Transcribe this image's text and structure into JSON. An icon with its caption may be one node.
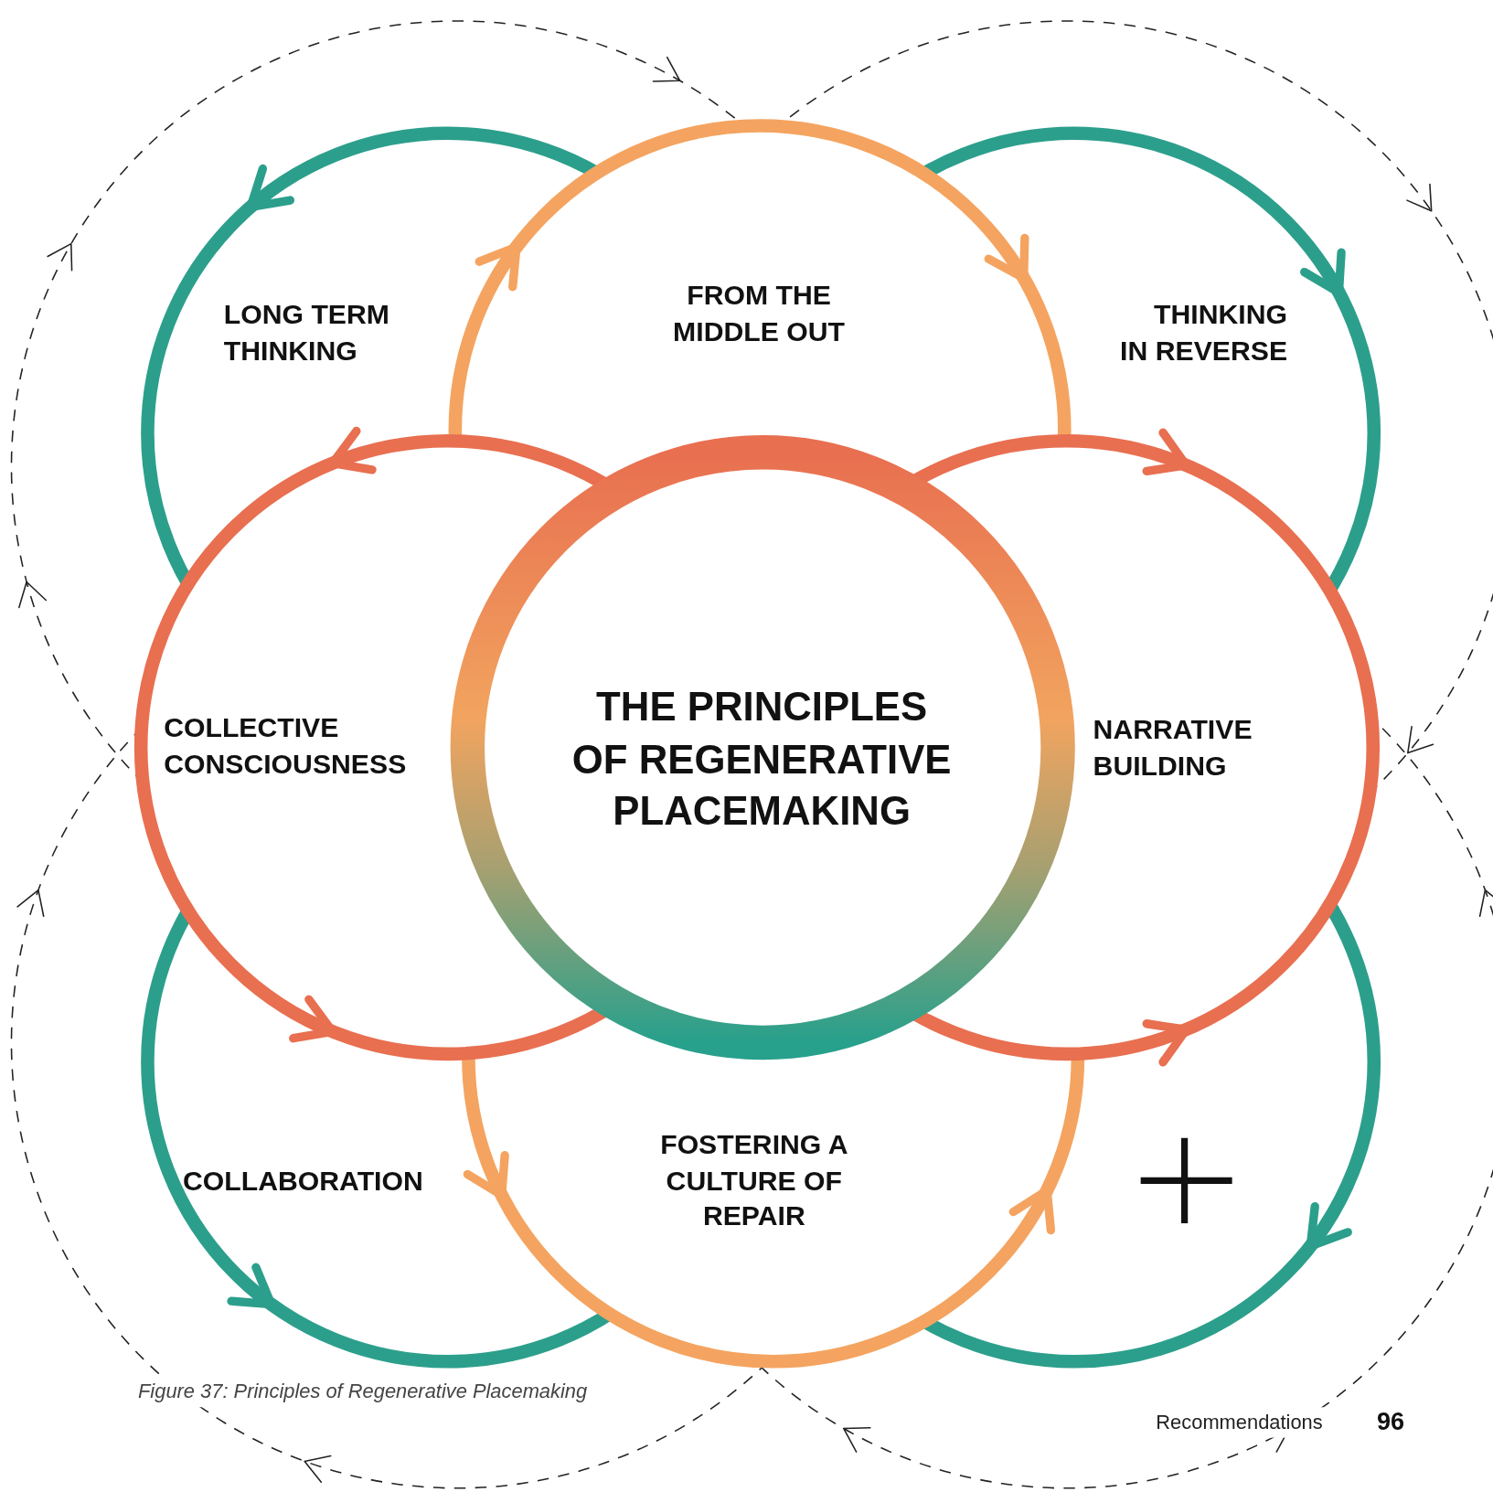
{
  "diagram": {
    "caption": "Figure 37: Principles of Regenerative Placemaking",
    "nodes": [
      {
        "text": [
          "LONG TERM THINKING"
        ]
      },
      {
        "text": [
          "FROM THE MIDDLE OUT"
        ]
      },
      {
        "text": [
          "THINKING IN REVERSE"
        ]
      },
      {
        "text": [
          "COLLECTIVE CONSCIOUSNESS"
        ]
      },
      {
        "text": [
          "THE PRINCIPLES OF REGENERATIVE PLACEMAKING"
        ]
      },
      {
        "text": [
          "NARRATIVE BUILDING"
        ]
      },
      {
        "text": [
          "COLLABORATION"
        ]
      },
      {
        "text": [
          "FOSTERING A CULTURE OF REPAIR"
        ]
      },
      {
        "text": [],
        "shape": "circle"
      }
    ],
    "labels": [
      "Recommendations",
      "96"
    ]
  }
}
